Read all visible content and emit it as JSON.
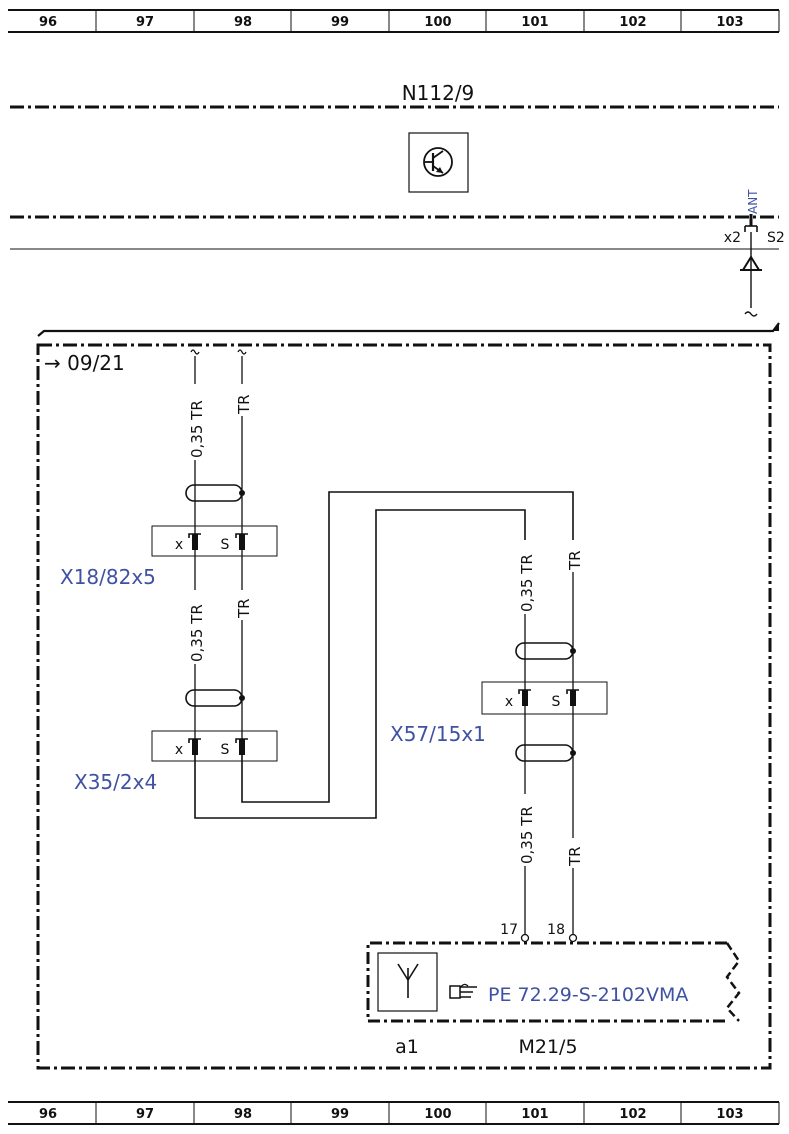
{
  "ruler": {
    "top": [
      "96",
      "97",
      "98",
      "99",
      "100",
      "101",
      "102",
      "103"
    ],
    "bottom": [
      "96",
      "97",
      "98",
      "99",
      "100",
      "101",
      "102",
      "103"
    ]
  },
  "module": {
    "title": "N112/9",
    "icon": "transistor-icon"
  },
  "antenna_connector": {
    "pin_label": "x2",
    "signal_label": "ANT",
    "cut_label": "S2"
  },
  "reference": {
    "arrow_text": "→ 09/21"
  },
  "wires": {
    "w1_top": "0,35 TR",
    "w2_top": "TR",
    "w1_mid": "0,35 TR",
    "w2_mid": "TR",
    "w3_top": "0,35 TR",
    "w4_top": "TR",
    "w3_bottom": "0,35 TR",
    "w4_bottom": "TR"
  },
  "connectors": {
    "x18": {
      "name": "X18/82x5",
      "pin_x": "x",
      "pin_s": "S"
    },
    "x35": {
      "name": "X35/2x4",
      "pin_x": "x",
      "pin_s": "S"
    },
    "x57": {
      "name": "X57/15x1",
      "pin_x": "x",
      "pin_s": "S"
    }
  },
  "antenna_module": {
    "pin_a": "17",
    "pin_b": "18",
    "reference": "PE 72.29-S-2102VMA",
    "label_a": "a1",
    "label_m": "M21/5",
    "icon": "antenna-icon",
    "hand_icon": "pointing-hand-icon"
  },
  "colors": {
    "line": "#111111",
    "link_blue": "#3f51a3"
  }
}
